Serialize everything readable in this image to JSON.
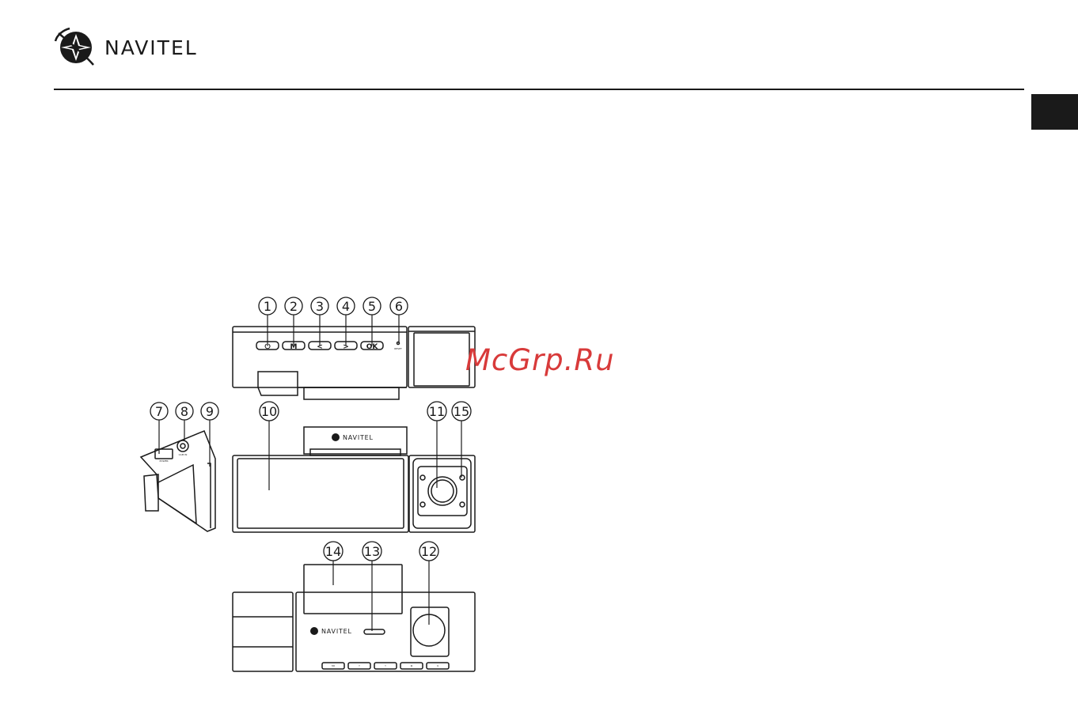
{
  "header": {
    "brand": "NAVITEL"
  },
  "watermark": "McGrp.Ru",
  "figure": {
    "callouts": [
      "1",
      "2",
      "3",
      "4",
      "5",
      "6",
      "7",
      "8",
      "9",
      "10",
      "11",
      "15",
      "14",
      "13",
      "12"
    ],
    "top_buttons": [
      "⏻",
      "M",
      "<",
      ">",
      "OK"
    ],
    "reset_label": "RESET",
    "port_labels": [
      "POWER",
      "CAM IN"
    ],
    "device_brand": "NAVITEL",
    "bottom_buttons": [
      "OK",
      "<",
      ">",
      "M",
      "⏻"
    ]
  }
}
